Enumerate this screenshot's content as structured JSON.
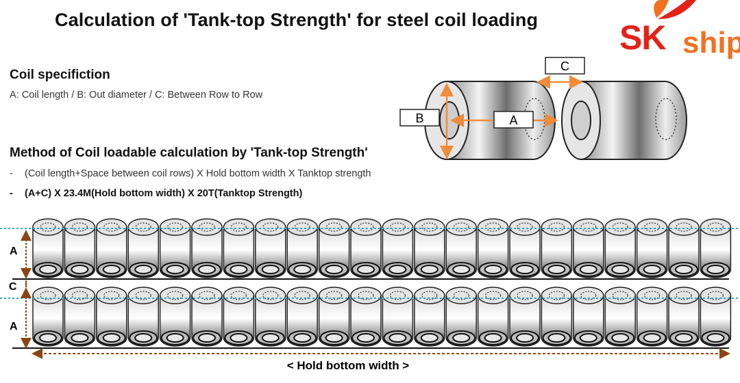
{
  "title": "Calculation of 'Tank-top Strength' for steel coil loading",
  "logo": {
    "sk": "SK",
    "ship": "ship"
  },
  "coil_spec": {
    "heading": "Coil specifiction",
    "text": "A: Coil length / B: Out diameter  / C: Between Row to Row"
  },
  "method": {
    "heading": "Method of Coil loadable calculation by 'Tank-top Strength'",
    "bullet1": "(Coil length+Space between coil rows) X Hold bottom width X Tanktop strength",
    "bullet2": "(A+C) X 23.4M(Hold bottom width) X 20T(Tanktop Strength)",
    "dash": "-"
  },
  "diagram_labels": {
    "A": "A",
    "B": "B",
    "C": "C",
    "hold_bottom_width": "< Hold bottom width >"
  },
  "colors": {
    "brand_red": "#e2231a",
    "brand_orange": "#f37021",
    "arrow_orange": "#f08c3a",
    "dim_brown": "#8b4513",
    "guide_cyan": "#2aa9c9"
  }
}
